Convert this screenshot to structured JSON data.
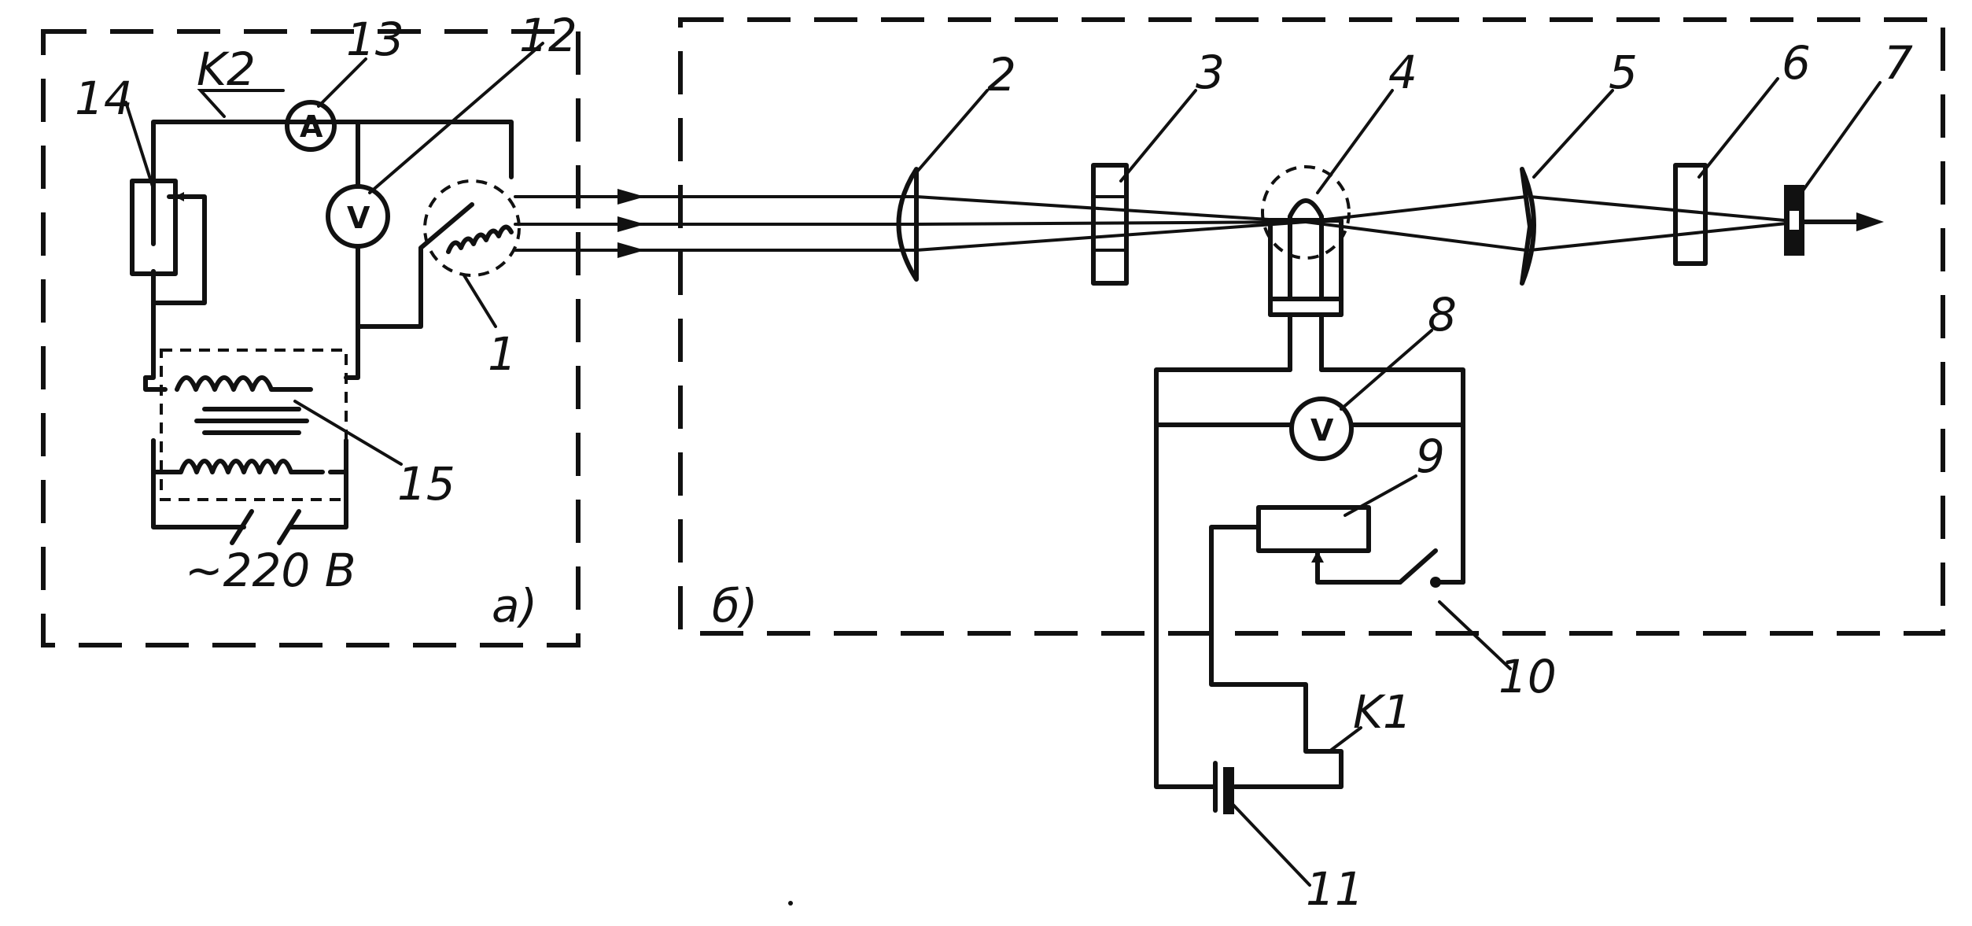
{
  "panels": {
    "a": {
      "label": "a)"
    },
    "b": {
      "label": "б)"
    }
  },
  "labels": {
    "n1": "1",
    "n2": "2",
    "n3": "3",
    "n4": "4",
    "n5": "5",
    "n6": "6",
    "n7": "7",
    "n8": "8",
    "n9": "9",
    "n10": "10",
    "n11": "11",
    "n12": "12",
    "n13": "13",
    "n14": "14",
    "n15": "15",
    "k1": "K1",
    "k2": "K2",
    "mains": "~220 B"
  },
  "meters": {
    "ammeter": "A",
    "voltmeter_12": "V",
    "voltmeter_8": "V"
  }
}
